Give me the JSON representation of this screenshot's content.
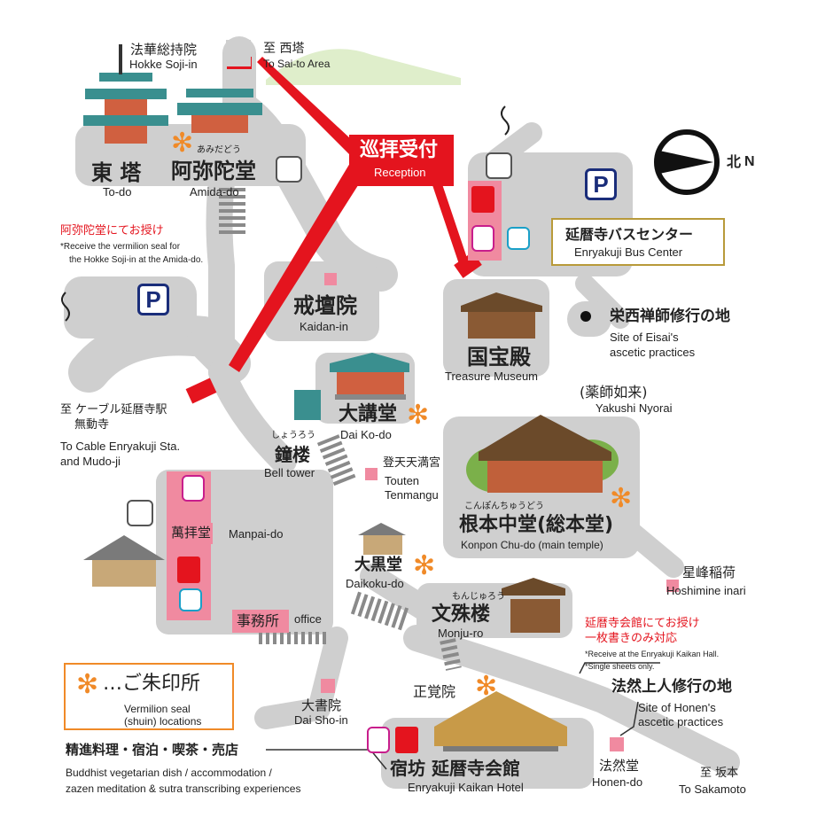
{
  "colors": {
    "road": "#cfcfcf",
    "road_dark": "#b9b9b9",
    "stairs": "#8a8a8a",
    "red": "#e4141e",
    "pink": "#f08aa0",
    "seal": "#f08a28",
    "navy": "#1a2d7a",
    "green": "#dfeecb"
  },
  "top": {
    "hokke_jp": "法華総持院",
    "hokke_en": "Hokke Soji-in",
    "saito_jp": "至 西塔",
    "saito_en": "To Sai-to Area"
  },
  "todo": {
    "jp": "東 塔",
    "en": "To-do"
  },
  "amida": {
    "ruby": "あみだどう",
    "jp": "阿弥陀堂",
    "en": "Amida-do"
  },
  "amida_note": {
    "jp": "阿弥陀堂にてお授け",
    "en1": "*Receive the vermilion seal for",
    "en2": "the Hokke Soji-in at the Amida-do."
  },
  "reception": {
    "jp": "巡拝受付",
    "en": "Reception"
  },
  "bus": {
    "jp": "延暦寺バスセンター",
    "en": "Enryakuji Bus Center"
  },
  "compass": {
    "jp": "北",
    "en": "N"
  },
  "parking": {
    "label": "P"
  },
  "kaidan": {
    "jp": "戒壇院",
    "en": "Kaidan-in"
  },
  "kokuho": {
    "jp": "国宝殿",
    "en": "Treasure Museum"
  },
  "eisai": {
    "jp": "栄西禅師修行の地",
    "en1": "Site of Eisai's",
    "en2": "ascetic practices"
  },
  "cable": {
    "jp1": "至 ケーブル延暦寺駅",
    "jp2": "無動寺",
    "en1": "To Cable Enryakuji Sta.",
    "en2": "and Mudo-ji"
  },
  "daikodo": {
    "jp": "大講堂",
    "en": "Dai Ko-do"
  },
  "shoro": {
    "ruby": "しょうろう",
    "jp": "鐘楼",
    "en": "Bell tower"
  },
  "yakushi": {
    "jp": "(薬師如来)",
    "en": "Yakushi Nyorai"
  },
  "touten": {
    "jp": "登天天満宮",
    "en1": "Touten",
    "en2": "Tenmangu"
  },
  "konpon": {
    "ruby": "こんぽんちゅうどう",
    "jp": "根本中堂(総本堂)",
    "en": "Konpon Chu-do (main temple)"
  },
  "manpai": {
    "jp": "萬拝堂",
    "en": "Manpai-do"
  },
  "daikoku": {
    "jp": "大黒堂",
    "en": "Daikoku-do"
  },
  "hoshimine": {
    "jp": "星峰稲荷",
    "en": "Hoshimine inari"
  },
  "monju": {
    "ruby": "もんじゅろう",
    "jp": "文殊楼",
    "en": "Monju-ro"
  },
  "office": {
    "jp": "事務所",
    "en": "office"
  },
  "kaikan_note": {
    "jp1": "延暦寺会館にてお授け",
    "jp2": "一枚書きのみ対応",
    "en1": "*Receive at the Enryakuji Kaikan Hall.",
    "en2": "*Single sheets only."
  },
  "legend": {
    "jp": "…ご朱印所",
    "en1": "Vermilion seal",
    "en2": "(shuin) locations"
  },
  "shokaku": {
    "jp": "正覚院"
  },
  "honen_site": {
    "jp": "法然上人修行の地",
    "en1": "Site of Honen's",
    "en2": "ascetic practices"
  },
  "daisho": {
    "jp": "大書院",
    "en": "Dai Sho-in"
  },
  "services": {
    "jp": "精進料理・宿泊・喫茶・売店",
    "en1": "Buddhist vegetarian dish / accommodation /",
    "en2": "zazen meditation & sutra transcribing experiences"
  },
  "shukubo": {
    "jp": "宿坊 延暦寺会館",
    "en": "Enryakuji Kaikan Hotel"
  },
  "honendo": {
    "jp": "法然堂",
    "en": "Honen-do"
  },
  "sakamoto": {
    "jp": "至 坂本",
    "en": "To Sakamoto"
  },
  "seal_mark": "✻"
}
